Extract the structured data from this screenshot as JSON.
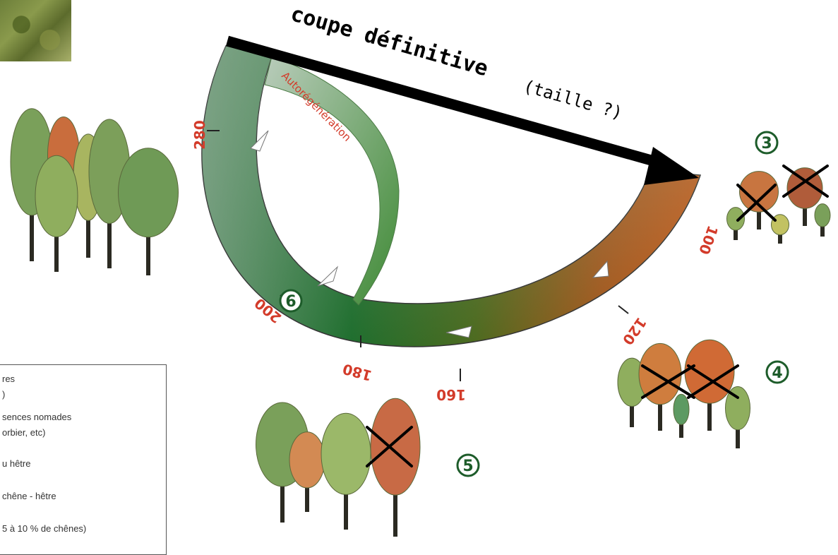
{
  "title": {
    "main": "coupe définitive",
    "aside": "(taille ?)"
  },
  "cycle": {
    "inner_label": "Autorégénération",
    "ticks": [
      "280",
      "100",
      "120",
      "160",
      "180",
      "200"
    ],
    "colors": {
      "green": "#5f8a6a",
      "dark_green": "#1f6b2c",
      "orange": "#cc5410"
    }
  },
  "stages": [
    {
      "number": "3",
      "crossed_trees": 2
    },
    {
      "number": "4",
      "crossed_trees": 2
    },
    {
      "number": "5",
      "crossed_trees": 1
    },
    {
      "number": "6",
      "crossed_trees": 0
    }
  ],
  "legend": {
    "lines": [
      "res",
      ")",
      "sences nomades",
      "orbier, etc)",
      "u hêtre",
      "chêne - hêtre",
      "5 à 10 % de chênes)"
    ]
  }
}
